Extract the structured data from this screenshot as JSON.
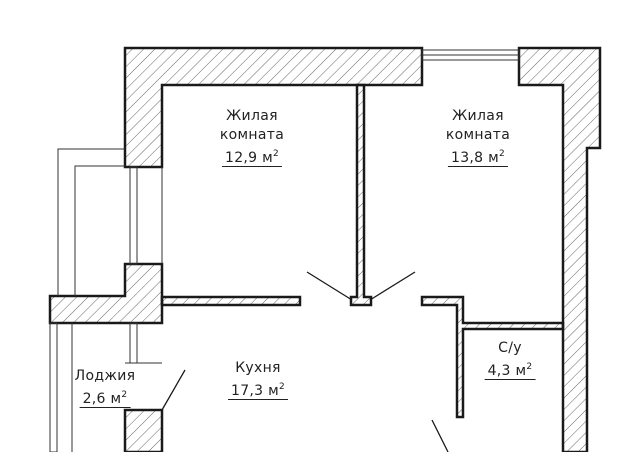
{
  "rooms": [
    {
      "name_line1": "Жилая",
      "name_line2": "комната",
      "area": "12,9 м",
      "unit_sup": "2"
    },
    {
      "name_line1": "Жилая",
      "name_line2": "комната",
      "area": "13,8 м",
      "unit_sup": "2"
    },
    {
      "name_line1": "Кухня",
      "area": "17,3 м",
      "unit_sup": "2"
    },
    {
      "name_line1": "С/у",
      "area": "4,3 м",
      "unit_sup": "2"
    },
    {
      "name_line1": "Лоджия",
      "area": "2,6 м",
      "unit_sup": "2"
    }
  ],
  "colors": {
    "wall_stroke": "#1a1a1a",
    "hatch": "#555555"
  }
}
